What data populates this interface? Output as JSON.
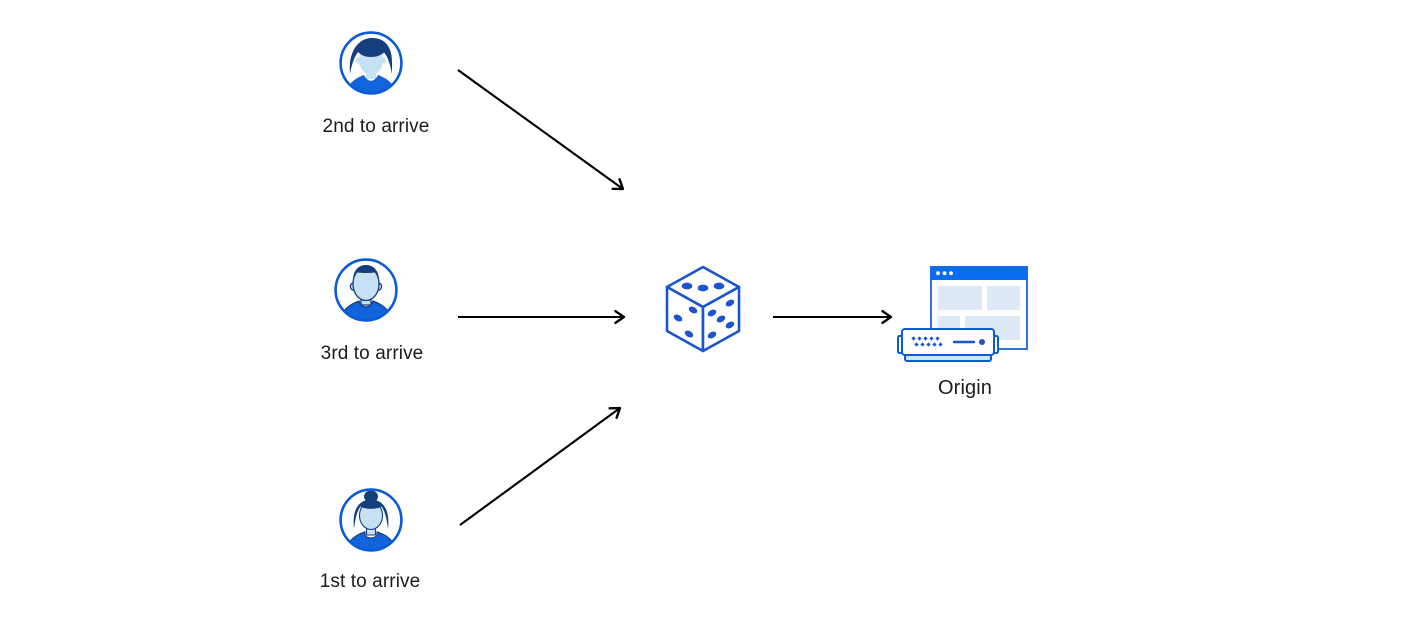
{
  "diagram": {
    "title": "Random traffic steering diagram",
    "nodes": {
      "user_second": {
        "label": "2nd to arrive",
        "icon": "avatar-male-swept-hair-icon"
      },
      "user_third": {
        "label": "3rd to arrive",
        "icon": "avatar-male-short-hair-icon"
      },
      "user_first": {
        "label": "1st to arrive",
        "icon": "avatar-female-bun-icon"
      },
      "randomizer": {
        "label": "",
        "icon": "dice-icon"
      },
      "origin": {
        "label": "Origin",
        "icon": "origin-server-browser-icon"
      }
    },
    "edges": [
      {
        "from": "user_second",
        "to": "randomizer"
      },
      {
        "from": "user_third",
        "to": "randomizer"
      },
      {
        "from": "user_first",
        "to": "randomizer"
      },
      {
        "from": "randomizer",
        "to": "origin"
      }
    ],
    "colors": {
      "avatar_ring_blue": "#0b5bd6",
      "hair_navy": "#143e7e",
      "face_light_blue": "#c6e0f4",
      "shirt_blue": "#1164db",
      "dice_blue": "#1b55cd",
      "browser_titlebar_blue": "#0a6cf1",
      "browser_border_blue": "#3172e0",
      "browser_panel_light": "#dde9f5",
      "server_border_blue": "#0b5bd6",
      "server_base_light": "#cde4f8",
      "arrow_black": "#000000",
      "label_text": "#1b1b1b",
      "background": "#ffffff"
    }
  }
}
